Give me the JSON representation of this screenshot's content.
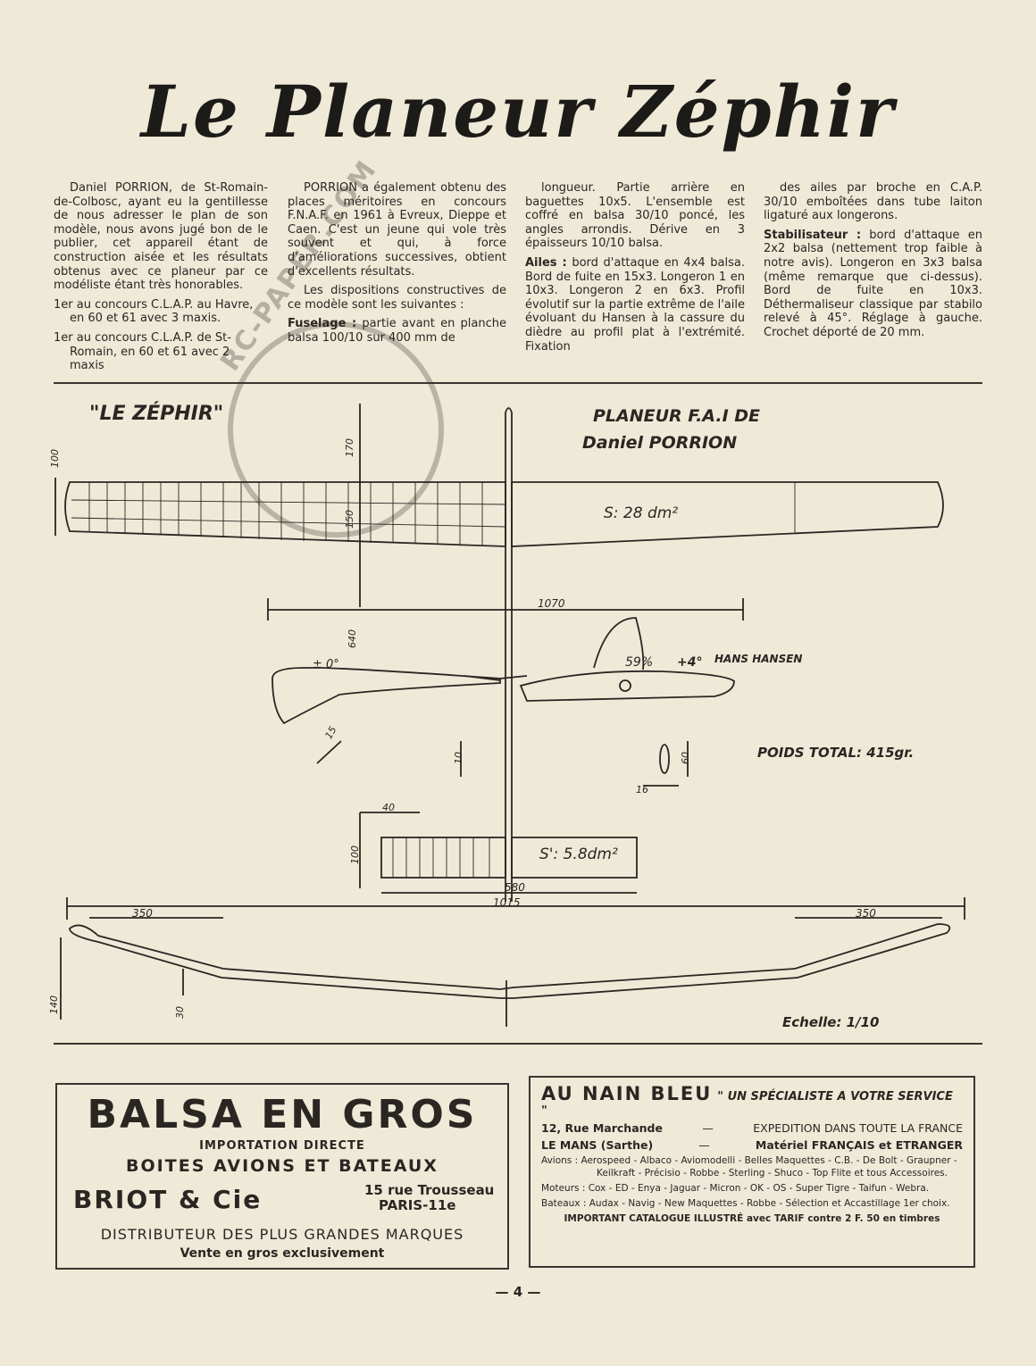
{
  "article": {
    "title": "Le Planeur Zéphir",
    "col1": {
      "intro": "Daniel PORRION, de St-Romain-de-Colbosc, ayant eu la gentillesse de nous adresser le plan de son modèle, nous avons jugé bon de le publier, cet appareil étant de construction aisée et les résultats obtenus avec ce planeur par ce modéliste étant très honorables.",
      "item1": "1er au concours C.L.A.P. au Havre, en 60 et 61 avec 3 maxis.",
      "item2": "1er au concours C.L.A.P. de St-Romain, en 60 et 61 avec 2 maxis"
    },
    "col2": {
      "p1": "PORRION a également obtenu des places méritoires en concours F.N.A.F. en 1961 à Evreux, Dieppe et Caen. C'est un jeune qui vole très souvent et qui, à force d'améliorations successives, obtient d'excellents résultats.",
      "p2": "Les dispositions constructives de ce modèle sont les suivantes :",
      "fuselage_label": "Fuselage :",
      "fuselage_text": "partie avant en planche balsa 100/10 sur 400 mm de"
    },
    "col3": {
      "p1": "longueur. Partie arrière en baguettes 10x5. L'ensemble est coffré en balsa 30/10 poncé, les angles arrondis. Dérive en 3 épaisseurs 10/10 balsa.",
      "ailes_label": "Ailes :",
      "ailes_text": "bord d'attaque en 4x4 balsa. Bord de fuite en 15x3. Longeron 1 en 10x3. Longeron 2 en 6x3. Profil évolutif sur la partie extrême de l'aile évoluant du Hansen à la cassure du dièdre au profil plat à l'extrémité. Fixation"
    },
    "col4": {
      "p1": "des ailes par broche en C.A.P. 30/10 emboîtées dans tube laiton ligaturé aux longerons.",
      "stab_label": "Stabilisateur :",
      "stab_text": "bord d'attaque en 2x2 balsa (nettement trop faible à notre avis). Longeron en 3x3 balsa (même remarque que ci-dessus). Bord de fuite en 10x3. Déthermaliseur classique par stabilo relevé à 45°. Réglage à gauche. Crochet déporté de 20 mm."
    }
  },
  "plan": {
    "name": "\"LE ZÉPHIR\"",
    "heading1": "PLANEUR F.A.I DE",
    "heading2": "Daniel PORRION",
    "wing_area": "S: 28 dm²",
    "stab_area": "S': 5.8dm²",
    "profile_pct": "59%",
    "profile_incidence": "+4°",
    "profile_name": "HANS HANSEN",
    "stab_incidence": "± 0°",
    "weight": "POIDS TOTAL: 415gr.",
    "scale": "Echelle: 1/10",
    "dims": {
      "d100_tip": "100",
      "d170": "170",
      "d150": "150",
      "d1070": "1070",
      "d640": "640",
      "d15": "15",
      "d10": "10",
      "d60": "60",
      "d16": "16",
      "d40": "40",
      "d100_stab": "100",
      "d580": "580",
      "d1015": "1015",
      "d350_left": "350",
      "d350_right": "350",
      "d140": "140",
      "d30": "30"
    }
  },
  "ad_balsa": {
    "title": "BALSA EN GROS",
    "import": "IMPORTATION DIRECTE",
    "boxes": "BOITES AVIONS ET BATEAUX",
    "company": "BRIOT & Cie",
    "street": "15 rue Trousseau",
    "city": "PARIS-11e",
    "distributor": "DISTRIBUTEUR DES PLUS GRANDES MARQUES",
    "sale": "Vente en gros exclusivement"
  },
  "ad_nain": {
    "name": "AU NAIN BLEU",
    "slogan": "\" UN SPÉCIALISTE A VOTRE SERVICE \"",
    "address": "12, Rue Marchande",
    "sep1": "—",
    "shipping": "EXPEDITION DANS TOUTE LA FRANCE",
    "city": "LE MANS (Sarthe)",
    "sep2": "—",
    "material": "Matériel FRANÇAIS et ETRANGER",
    "avions": "Avions : Aerospeed - Albaco - Aviomodelli - Belles Maquettes - C.B. - De Bolt - Graupner - Keilkraft - Précisio - Robbe - Sterling - Shuco - Top Flite et tous Accessoires.",
    "moteurs": "Moteurs : Cox - ED - Enya - Jaguar - Micron - OK - OS - Super Tigre - Taifun - Webra.",
    "bateaux": "Bateaux : Audax - Navig - New Maquettes - Robbe - Sélection et Accastillage 1er choix.",
    "catalogue": "IMPORTANT CATALOGUE ILLUSTRÉ avec TARIF contre 2 F. 50 en timbres"
  },
  "page_number": "— 4 —",
  "watermark": "RC-PAPER.COM"
}
